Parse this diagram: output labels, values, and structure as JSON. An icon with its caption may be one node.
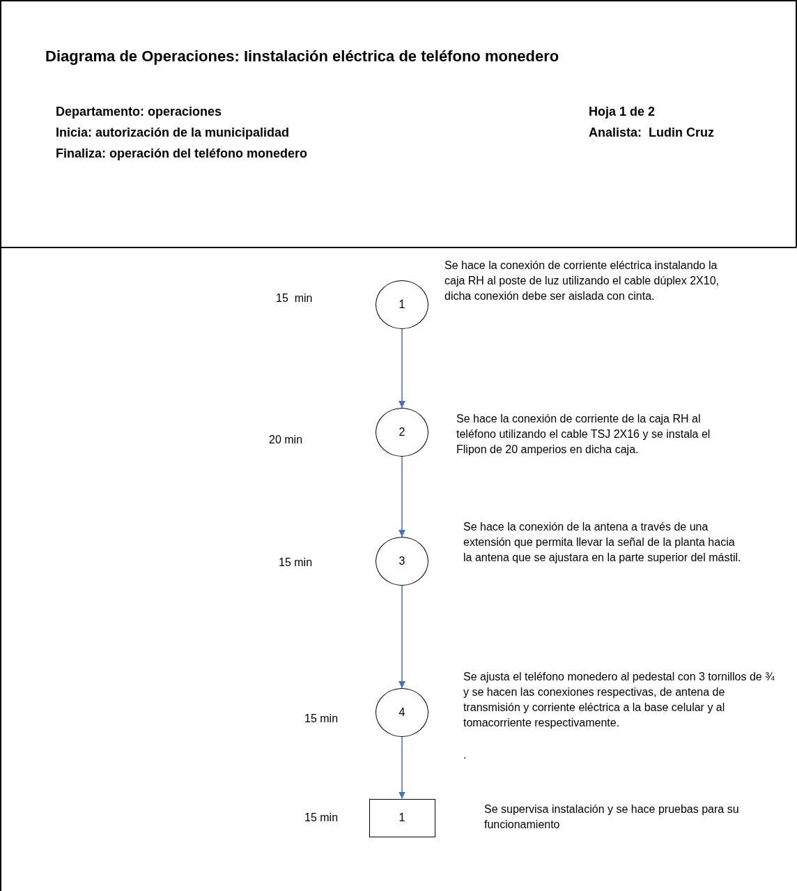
{
  "diagram": {
    "title": "Diagrama de Operaciones: Iinstalación eléctrica de teléfono monedero",
    "nodes": [
      {
        "text": [
          "1"
        ]
      },
      {
        "text": [
          "2"
        ]
      },
      {
        "text": [
          "3"
        ]
      },
      {
        "text": [
          "4"
        ]
      },
      {
        "text": [
          "1"
        ]
      }
    ],
    "edges": [
      {
        "from": 0,
        "to": 1,
        "arrow": "to"
      },
      {
        "from": 1,
        "to": 2,
        "arrow": "to"
      },
      {
        "from": 2,
        "to": 3,
        "arrow": "to"
      },
      {
        "from": 3,
        "to": 4,
        "arrow": "to"
      }
    ],
    "labels": [
      "Departamento: operaciones",
      "Hoja 1 de 2",
      "Inicia: autorización de la municipalidad",
      "Analista:  Ludin Cruz",
      "Finaliza: operación del teléfono monedero",
      "15  min",
      "Se hace la conexión de corriente eléctrica instalando la caja RH al poste de luz utilizando el cable dúplex 2X10, dicha conexión debe ser aislada con cinta.",
      "20 min",
      "Se hace la conexión de corriente de la caja RH al teléfono utilizando el cable TSJ 2X16 y se instala el Flipon de 20 amperios en dicha caja.",
      "15 min",
      "Se hace la conexión de la antena a través de una extensión que permita llevar la señal de la planta hacia la antena que se ajustara en la parte superior del mástil.",
      "15 min",
      "Se ajusta el teléfono monedero al pedestal con 3 tornillos de ¾ y se hacen las conexiones respectivas, de antena de transmisión y corriente eléctrica a la base celular y al tomacorriente respectivamente.",
      ".",
      "15 min",
      "Se supervisa instalación y se hace pruebas para su funcionamiento"
    ]
  }
}
